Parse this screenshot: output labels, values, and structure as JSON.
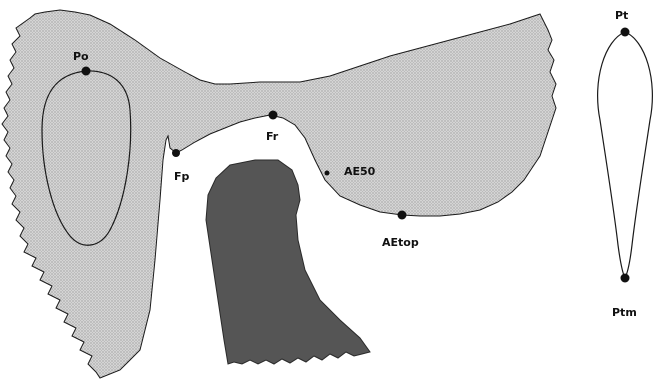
{
  "landmarks": {
    "po": "Po",
    "fp": "Fp",
    "fr": "Fr",
    "ae50": "AE50",
    "aetop": "AEtop",
    "pt": "Pt",
    "ptm": "Ptm"
  },
  "colors": {
    "bone_fill": "#c9c9c9",
    "condyle_fill": "#555555",
    "stroke": "#1a1a1a",
    "point": "#111111"
  }
}
